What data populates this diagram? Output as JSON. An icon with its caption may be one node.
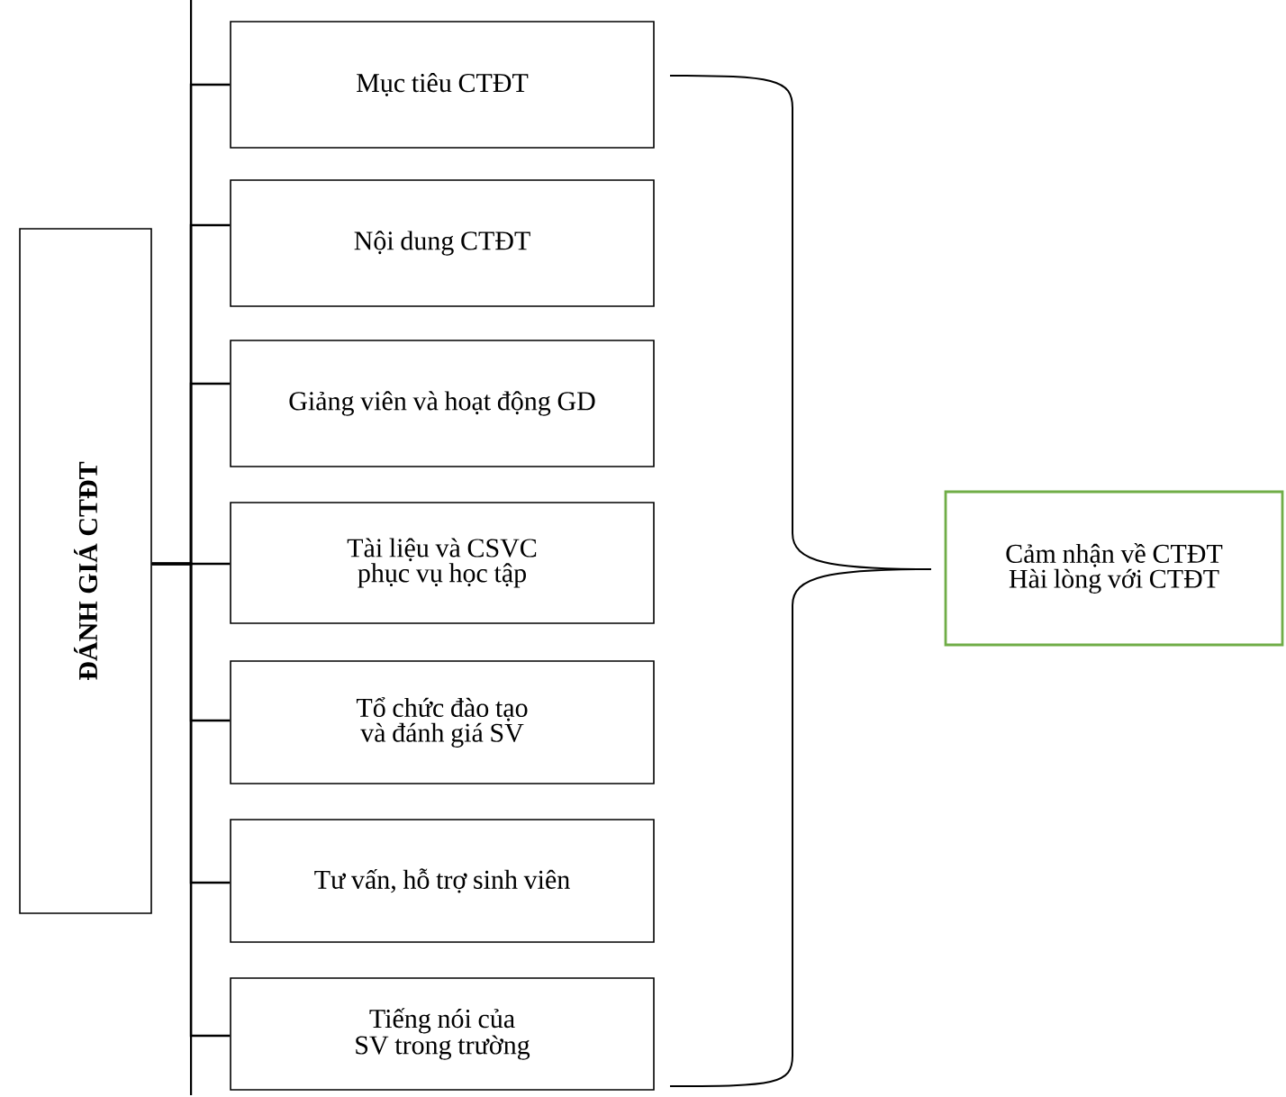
{
  "diagram": {
    "nodes": [
      {
        "text": [
          "ĐÁNH GIÁ CTĐT"
        ]
      },
      {
        "text": [
          "Mục tiêu CTĐT"
        ]
      },
      {
        "text": [
          "Nội dung CTĐT"
        ]
      },
      {
        "text": [
          "Giảng viên và hoạt động GD"
        ]
      },
      {
        "text": [
          "Tài liệu và CSVC phục vụ học tập"
        ]
      },
      {
        "text": [
          "Tổ chức đào tạo và đánh giá SV"
        ]
      },
      {
        "text": [
          "Tư vấn, hỗ trợ sinh viên"
        ]
      },
      {
        "text": [
          "Tiếng nói của SV trong trường"
        ]
      },
      {
        "text": [
          "Cảm nhận về CTĐT",
          "Hài lòng với CTĐT"
        ]
      }
    ],
    "edges": [
      {
        "from": 0,
        "to": 1,
        "arrow": "none"
      },
      {
        "from": 0,
        "to": 2,
        "arrow": "none"
      },
      {
        "from": 0,
        "to": 3,
        "arrow": "none"
      },
      {
        "from": 0,
        "to": 4,
        "arrow": "none"
      },
      {
        "from": 0,
        "to": 5,
        "arrow": "none"
      },
      {
        "from": 0,
        "to": 6,
        "arrow": "none"
      },
      {
        "from": 0,
        "to": 7,
        "arrow": "none"
      }
    ]
  }
}
